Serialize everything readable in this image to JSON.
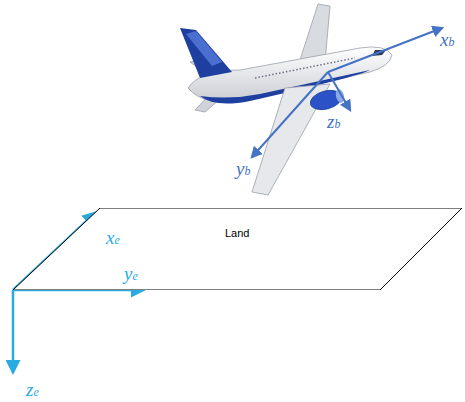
{
  "diagram": {
    "nodes": [
      {
        "text": [
          "Land"
        ]
      }
    ],
    "labels": [
      "xb",
      "yb",
      "zb",
      "xe",
      "ye",
      "ze"
    ]
  }
}
